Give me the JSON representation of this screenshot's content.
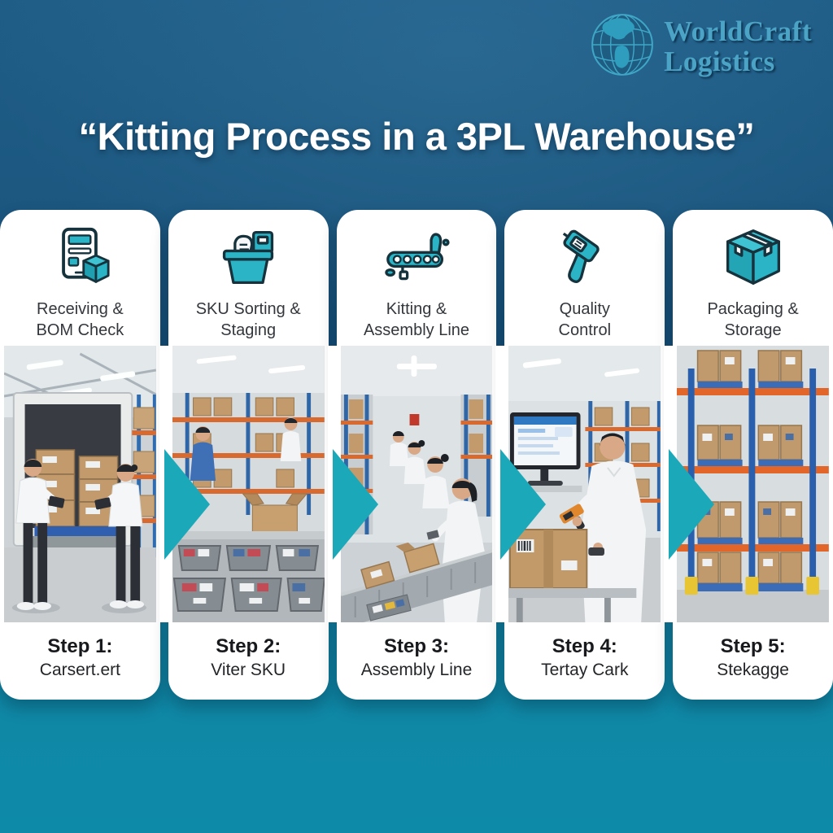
{
  "colors": {
    "accent_teal": "#1BA9BA",
    "icon_teal": "#2BB4C5",
    "logo_teal": "#4BA4C5",
    "bg_top": "#1F5D87",
    "bg_bottom": "#0E8AA9",
    "card_bg": "#FFFFFF"
  },
  "logo": {
    "icon": "globe-icon",
    "line1": "WorldCraft",
    "line2": "Logistics"
  },
  "title": "“Kitting Process in a 3PL Warehouse”",
  "steps": [
    {
      "icon": "tablet-bom-icon",
      "header_line1": "Receiving &",
      "header_line2": "BOM Check",
      "photo_alt": "Two workers with tablets receiving stacked boxes at an open truck in a warehouse",
      "step_label": "Step 1:",
      "step_caption": "Carsert.ert"
    },
    {
      "icon": "sorting-bin-icon",
      "header_line1": "SKU Sorting &",
      "header_line2": "Staging",
      "photo_alt": "Gray totes with sorted SKU items staged on a warehouse table",
      "step_label": "Step 2:",
      "step_caption": "Viter SKU"
    },
    {
      "icon": "conveyor-icon",
      "header_line1": "Kitting &",
      "header_line2": "Assembly Line",
      "photo_alt": "Row of workers kitting boxes along a conveyor assembly line",
      "step_label": "Step 3:",
      "step_caption": "Assembly Line"
    },
    {
      "icon": "barcode-scanner-icon",
      "header_line1": "Quality",
      "header_line2": "Control",
      "photo_alt": "Worker scanning a carton with a barcode scanner beside a monitor",
      "step_label": "Step 4:",
      "step_caption": "Tertay Cark"
    },
    {
      "icon": "package-box-icon",
      "header_line1": "Packaging &",
      "header_line2": "Storage",
      "photo_alt": "Pallet rack shelves stacked with labeled cartons",
      "step_label": "Step 5:",
      "step_caption": "Stekagge"
    }
  ]
}
